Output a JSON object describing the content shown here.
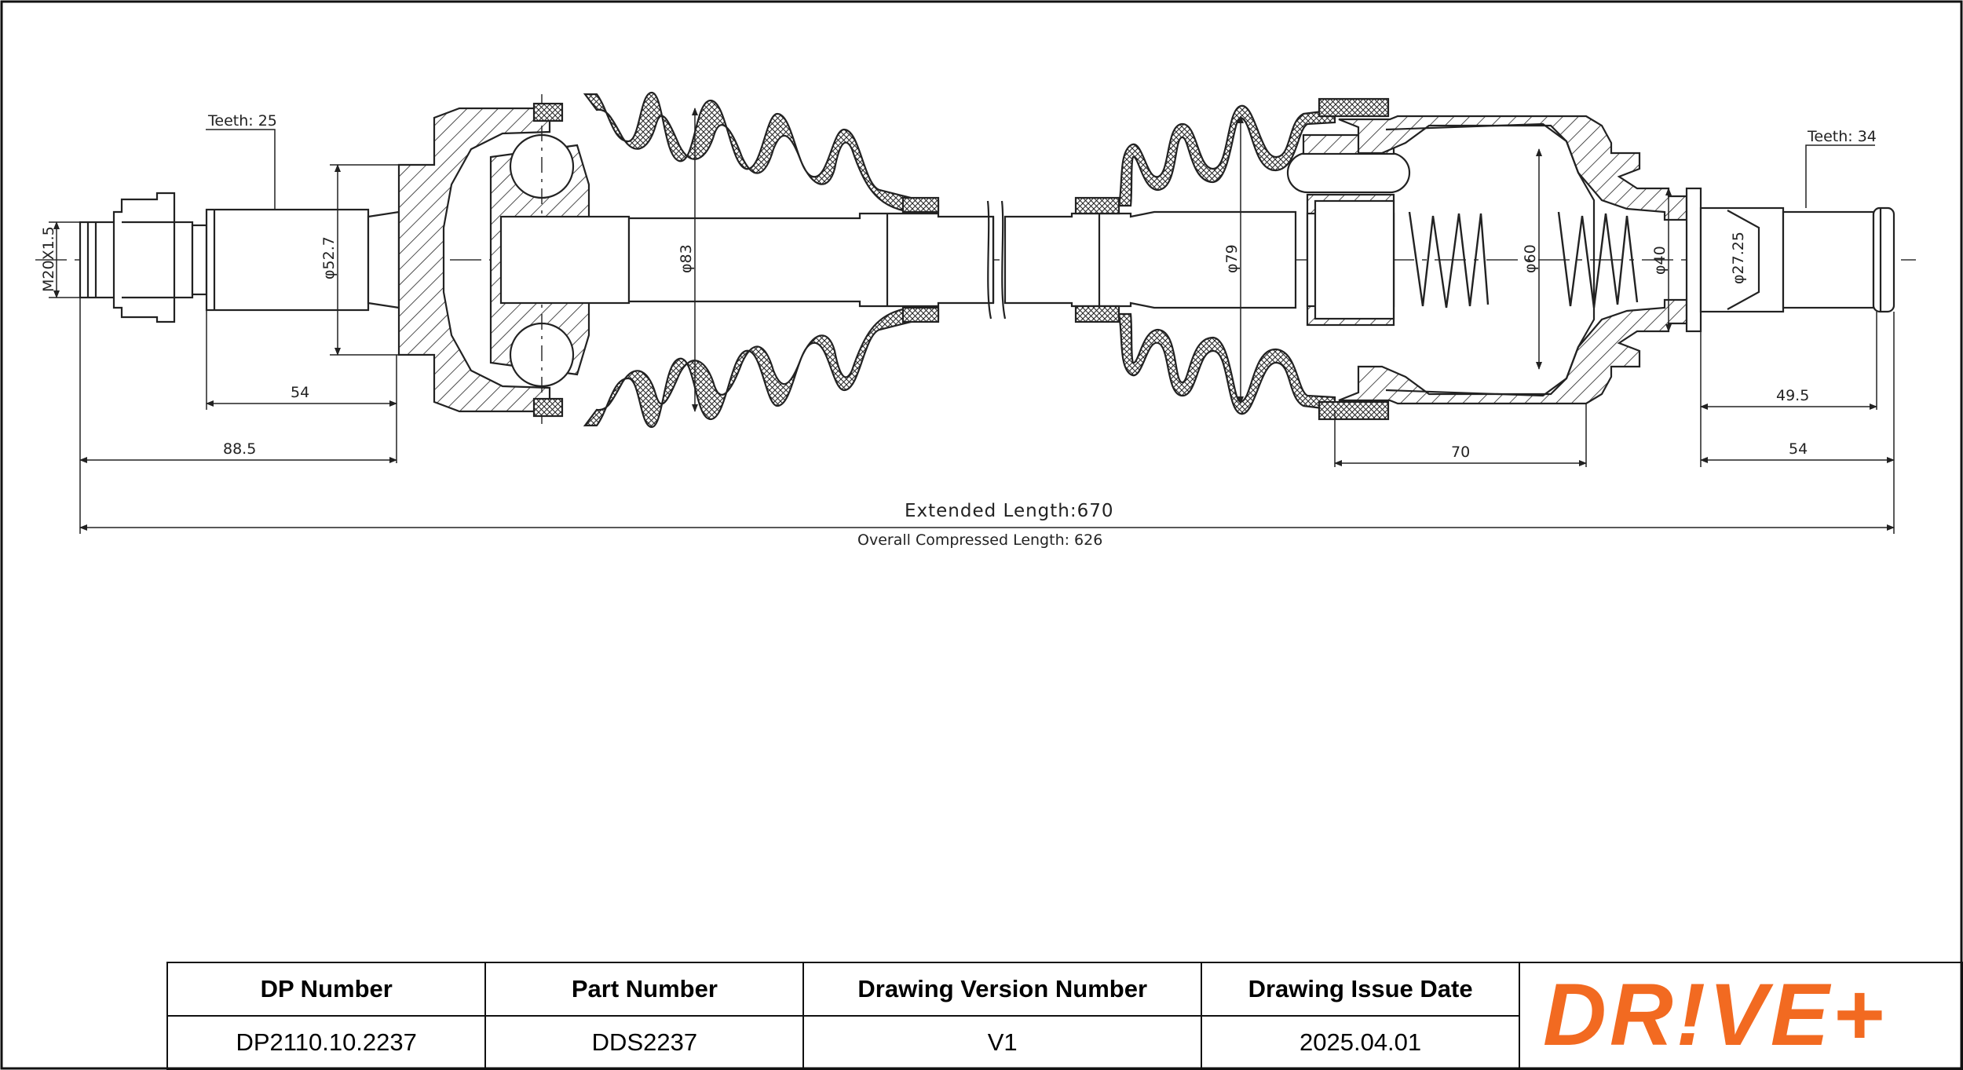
{
  "drawing": {
    "teeth_left": "Teeth: 25",
    "teeth_right": "Teeth: 34",
    "thread": "M20X1.5",
    "dia_52_7": "φ52.7",
    "dia_83": "φ83",
    "dia_79": "φ79",
    "dia_60": "φ60",
    "dia_40": "φ40",
    "dia_27_25": "φ27.25",
    "dim_54_left": "54",
    "dim_88_5": "88.5",
    "dim_70": "70",
    "dim_49_5": "49.5",
    "dim_54_right": "54",
    "extended_length": "Extended  Length:670",
    "compressed_length": "Overall  Compressed  Length: 626"
  },
  "title_block": {
    "headers": [
      "DP Number",
      "Part Number",
      "Drawing Version Number",
      "Drawing Issue Date"
    ],
    "values": [
      "DP2110.10.2237",
      "DDS2237",
      "V1",
      "2025.04.01"
    ]
  },
  "logo": {
    "text": "DR!VE+",
    "color": "#f26a21"
  }
}
